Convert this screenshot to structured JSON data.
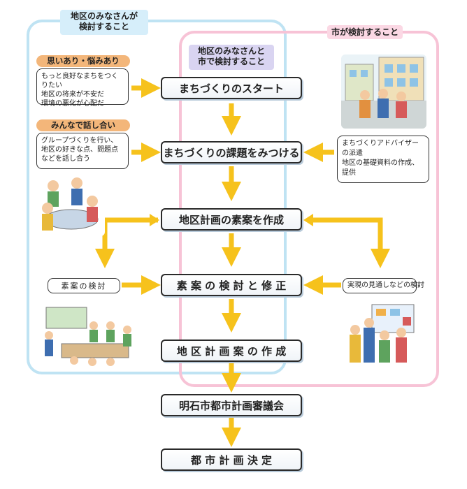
{
  "regions": {
    "residents_label": "地区のみなさんが\n検討すること",
    "joint_label": "地区のみなさんと\n市で検討すること",
    "city_label": "市が検討すること"
  },
  "left": {
    "pill1": "思いあり・悩みあり",
    "note1": "もっと良好なまちをつくりたい\n地区の将来が不安だ\n環境の悪化が心配だ",
    "pill2": "みんなで話し合い",
    "note2": "グループづくりを行い、\n地区の好きな点、問題点\nなどを話し合う",
    "note3": "素案の検討"
  },
  "right": {
    "note1": "まちづくりアドバイザーの派遣\n地区の基礎資料の作成、提供",
    "note2": "実現の見通しなどの検討"
  },
  "steps": [
    "まちづくりのスタート",
    "まちづくりの課題をみつける",
    "地区計画の素案を作成",
    "素 案 の 検 討 と 修 正",
    "地 区 計 画 案 の 作 成",
    "明石市都市計画審議会",
    "都 市 計 画 決 定"
  ],
  "colors": {
    "arrow": "#f6c21c",
    "blue_region": "#bfe3f3",
    "pink_region": "#f7c3d6",
    "pill": "#f3b67a"
  }
}
